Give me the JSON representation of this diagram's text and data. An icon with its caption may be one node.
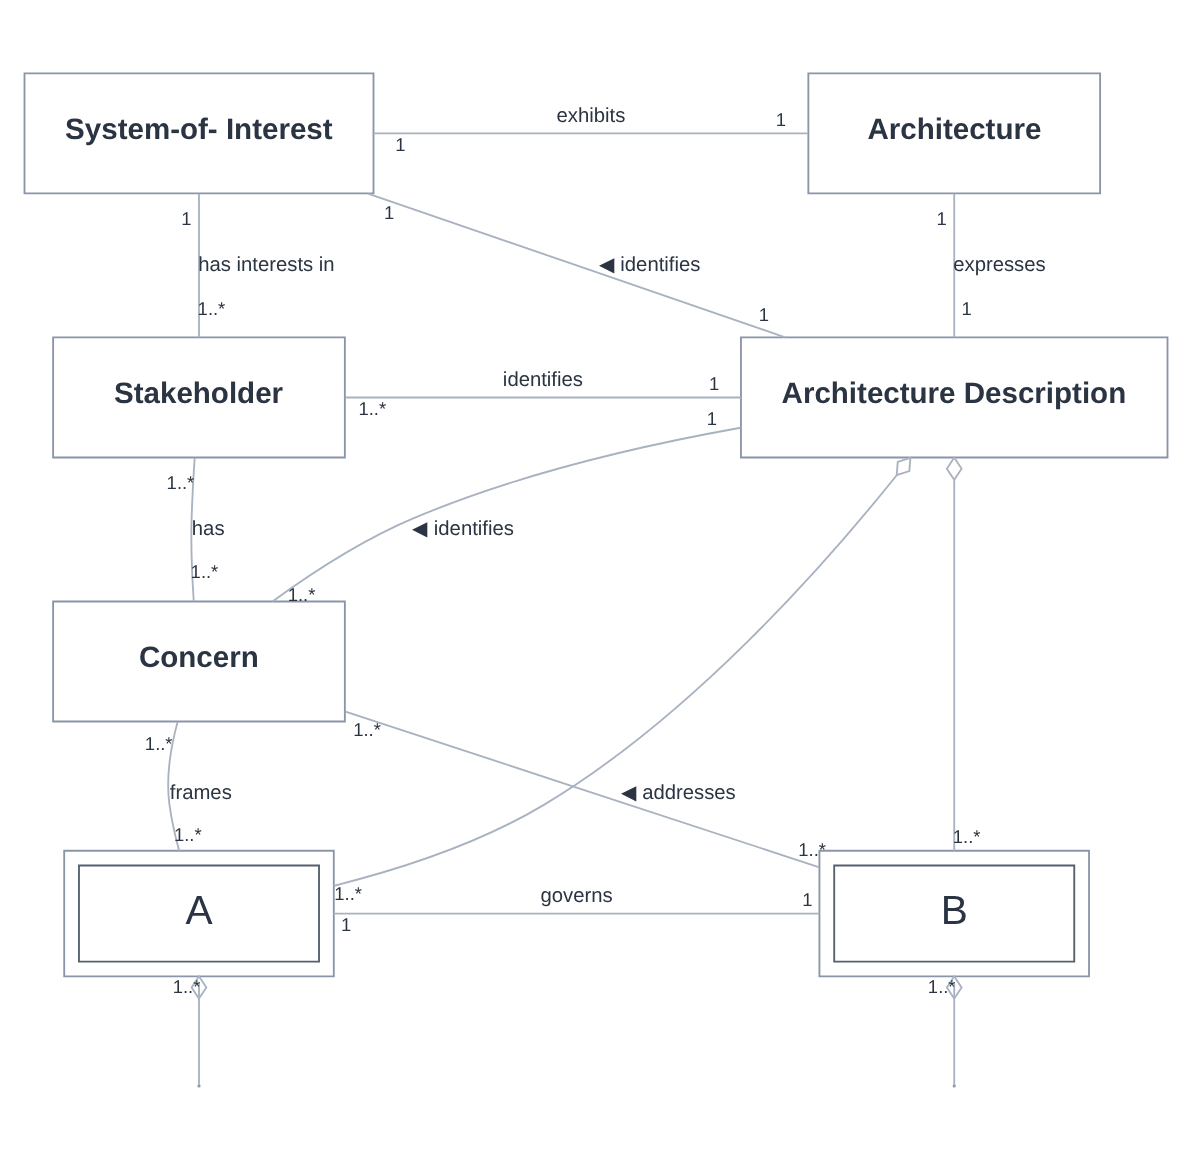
{
  "diagram": {
    "nodes": [
      {
        "text": [
          "System-of- Interest"
        ]
      },
      {
        "text": [
          "Architecture"
        ]
      },
      {
        "text": [
          "Stakeholder"
        ]
      },
      {
        "text": [
          "Architecture Description"
        ]
      },
      {
        "text": [
          "Concern"
        ]
      },
      {
        "text": [],
        "shape": "box"
      },
      {
        "text": [
          "A"
        ],
        "in": 5
      },
      {
        "text": [],
        "shape": "box"
      },
      {
        "text": [
          "B"
        ],
        "in": 7
      }
    ],
    "edges": [
      {
        "from": 0,
        "to": 1,
        "arrow": "none",
        "label": "exhibits"
      },
      {
        "from": 0,
        "to": 2,
        "arrow": "none",
        "label": "has interests in"
      },
      {
        "from": 0,
        "to": 3,
        "arrow": "none",
        "label": "◀ identifies"
      },
      {
        "from": 1,
        "to": 3,
        "arrow": "none",
        "label": "expresses"
      },
      {
        "from": 2,
        "to": 3,
        "arrow": "none",
        "label": "identifies"
      },
      {
        "from": 2,
        "to": 4,
        "arrow": "none",
        "label": "has"
      },
      {
        "from": 4,
        "to": 3,
        "arrow": "none",
        "label": "◀ identifies"
      },
      {
        "from": 5,
        "to": 3,
        "arrow": "other"
      },
      {
        "from": 7,
        "to": 3,
        "arrow": "other"
      },
      {
        "from": 4,
        "to": 5,
        "arrow": "none",
        "label": "frames"
      },
      {
        "from": 4,
        "to": 7,
        "arrow": "none",
        "label": "◀ addresses"
      },
      {
        "from": 5,
        "to": 7,
        "arrow": "none",
        "label": "governs"
      },
      {
        "from": null,
        "to": 5,
        "arrow": "other"
      },
      {
        "from": null,
        "to": 7,
        "arrow": "other"
      }
    ],
    "labels": [
      "1",
      "1",
      "1",
      "1",
      "1",
      "1..*",
      "1",
      "1",
      "1..*",
      "1",
      "1..*",
      "1",
      "1..*",
      "1..*",
      "1..*",
      "1..*",
      "1..*",
      "1..*",
      "1..*",
      "1..*",
      "1",
      "1",
      "1..*",
      "1..*"
    ]
  }
}
